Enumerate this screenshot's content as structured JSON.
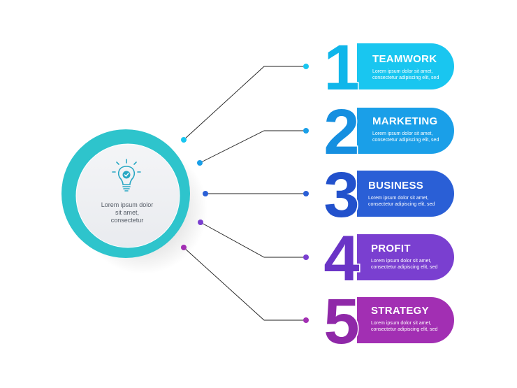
{
  "hub": {
    "icon": "lightbulb-check-icon",
    "text_lines": [
      "Lorem ipsum dolor",
      "sit amet,",
      "consectetur"
    ],
    "ring_color": "#2ec4cc"
  },
  "items": [
    {
      "number": "1",
      "title": "TEAMWORK",
      "desc_lines": [
        "Lorem ipsum dolor sit amet,",
        "consectetur adipiscing elit, sed"
      ],
      "color": "#19c6f0",
      "color2": "#0fb6ea"
    },
    {
      "number": "2",
      "title": "MARKETING",
      "desc_lines": [
        "Lorem ipsum dolor sit amet,",
        "consectetur adipiscing elit, sed"
      ],
      "color": "#1a9fe8",
      "color2": "#158fe0"
    },
    {
      "number": "3",
      "title": "BUSINESS",
      "desc_lines": [
        "Lorem ipsum dolor sit amet,",
        "consectetur adipiscing elit, sed"
      ],
      "color": "#2a5fd6",
      "color2": "#2251cc"
    },
    {
      "number": "4",
      "title": "PROFIT",
      "desc_lines": [
        "Lorem ipsum dolor sit amet,",
        "consectetur adipiscing elit, sed"
      ],
      "color": "#7a3fd0",
      "color2": "#6a34c6"
    },
    {
      "number": "5",
      "title": "STRATEGY",
      "desc_lines": [
        "Lorem ipsum dolor sit amet,",
        "consectetur adipiscing elit, sed"
      ],
      "color": "#a22fb3",
      "color2": "#8f28a8"
    }
  ],
  "connector_color": "#1f1f1f"
}
